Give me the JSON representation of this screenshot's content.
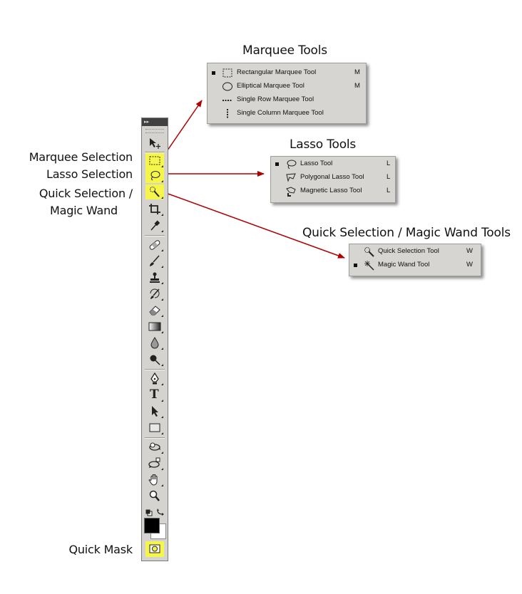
{
  "callouts": {
    "marquee_selection": "Marquee Selection",
    "lasso_selection": "Lasso Selection",
    "quick_selection_line1": "Quick Selection /",
    "quick_selection_line2": "Magic Wand",
    "quick_mask": "Quick Mask"
  },
  "flyouts": {
    "marquee": {
      "heading": "Marquee Tools",
      "items": [
        {
          "label": "Rectangular Marquee Tool",
          "key": "M",
          "icon": "rectangular-marquee-icon",
          "active": true
        },
        {
          "label": "Elliptical Marquee Tool",
          "key": "M",
          "icon": "elliptical-marquee-icon",
          "active": false
        },
        {
          "label": "Single Row Marquee Tool",
          "key": "",
          "icon": "single-row-marquee-icon",
          "active": false
        },
        {
          "label": "Single Column Marquee Tool",
          "key": "",
          "icon": "single-column-marquee-icon",
          "active": false
        }
      ]
    },
    "lasso": {
      "heading": "Lasso Tools",
      "items": [
        {
          "label": "Lasso Tool",
          "key": "L",
          "icon": "lasso-icon",
          "active": true
        },
        {
          "label": "Polygonal Lasso Tool",
          "key": "L",
          "icon": "polygonal-lasso-icon",
          "active": false
        },
        {
          "label": "Magnetic Lasso Tool",
          "key": "L",
          "icon": "magnetic-lasso-icon",
          "active": false
        }
      ]
    },
    "quick": {
      "heading": "Quick Selection / Magic Wand Tools",
      "items": [
        {
          "label": "Quick Selection Tool",
          "key": "W",
          "icon": "quick-selection-icon",
          "active": false
        },
        {
          "label": "Magic Wand Tool",
          "key": "W",
          "icon": "magic-wand-icon",
          "active": true
        }
      ]
    }
  },
  "toolbar": {
    "header_glyph": "▸▸",
    "type_tool_glyph": "T",
    "tools": [
      "move",
      "marquee",
      "lasso",
      "quick-selection",
      "crop",
      "eyedropper",
      "healing-brush",
      "brush",
      "clone-stamp",
      "history-brush",
      "eraser",
      "gradient",
      "blur",
      "dodge",
      "pen",
      "type",
      "path-selection",
      "rectangle",
      "3d-rotate",
      "3d-orbit",
      "hand",
      "zoom",
      "default-colors",
      "swap-colors",
      "foreground-color",
      "background-color",
      "quick-mask"
    ]
  },
  "colors": {
    "highlight": "#f5f54a",
    "arrow": "#b00000",
    "panel": "#d6d5d1",
    "foreground": "#000000",
    "background": "#ffffff"
  }
}
